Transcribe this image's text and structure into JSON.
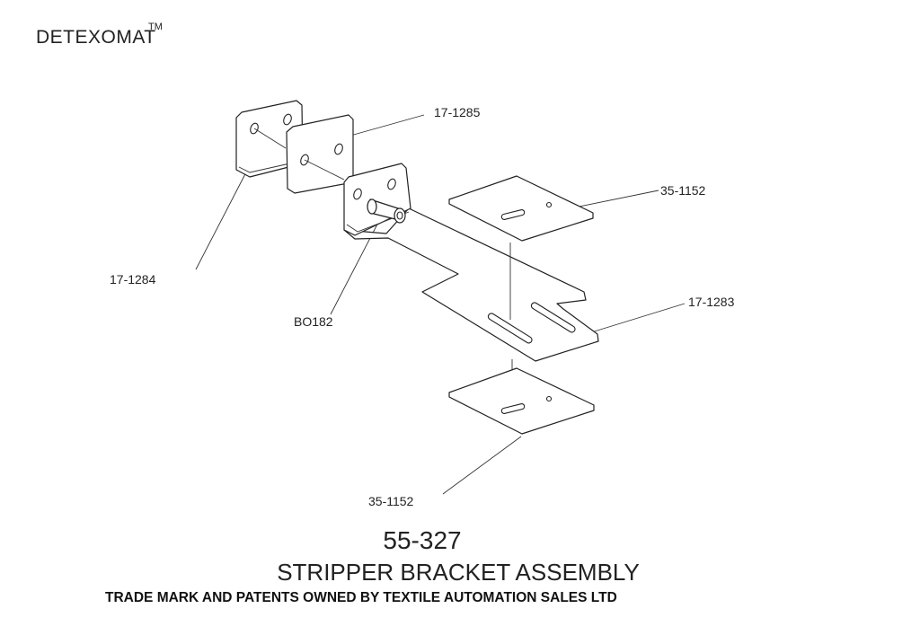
{
  "header": {
    "brand": "DETEXOMAT",
    "trademark_symbol": "TM"
  },
  "callouts": {
    "part_17_1285": "17-1285",
    "part_35_1152_top": "35-1152",
    "part_17_1284": "17-1284",
    "part_bo182": "BO182",
    "part_17_1283": "17-1283",
    "part_35_1152_bottom": "35-1152"
  },
  "title": {
    "number": "55-327",
    "name": "STRIPPER BRACKET ASSEMBLY",
    "trademark_notice": "TRADE MARK AND PATENTS OWNED BY TEXTILE AUTOMATION SALES LTD"
  }
}
